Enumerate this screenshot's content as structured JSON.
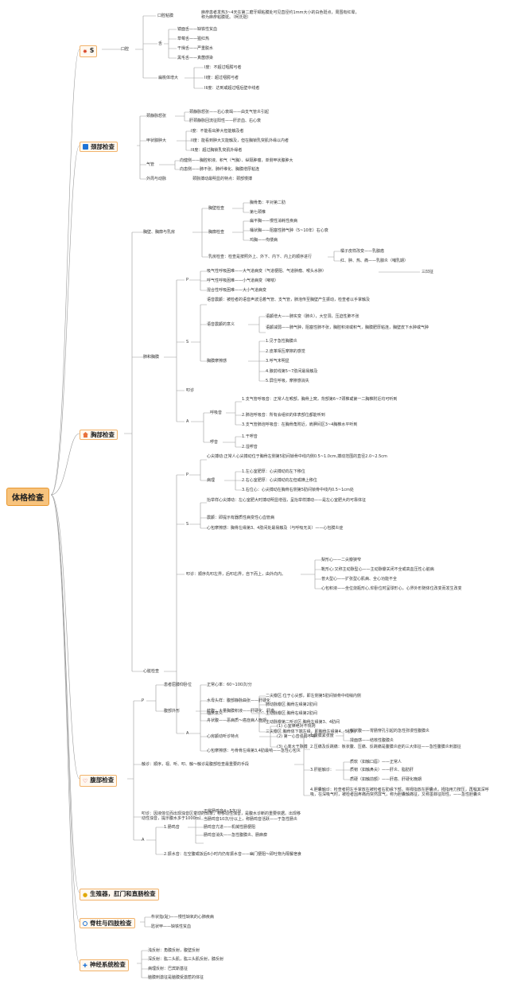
{
  "root": "体格检查",
  "head": {
    "title": "S",
    "mouth": {
      "label": "口腔",
      "mucosa": {
        "label": "口腔粘膜",
        "desc": "麻疹患者发热3~4天在第二磨牙颊粘膜处可见直径约1mm大小的白色斑点，周围有红晕，称为麻疹粘膜斑。（柯氏斑）"
      },
      "tongue": {
        "label": "舌",
        "items": [
          "镜面舌——缺铁性贫血",
          "草莓舌——猩红热",
          "干燥舌——严重脱水",
          "黑毛舌——真菌感染"
        ]
      },
      "tonsil": {
        "label": "扁桃体增大",
        "items": [
          "I度：不超过咽腭弓者",
          "II度：超过咽腭弓者",
          "III度：达到或超过咽后壁中线者"
        ]
      }
    }
  },
  "neck": {
    "title": "颈部检查",
    "vein": {
      "label": "颈静脉怒张",
      "items": [
        "颈静脉怒张——右心衰竭——由支气管炎引起",
        "肝颈静脉回流征阳性——肝淤血、右心衰"
      ]
    },
    "thyroid": {
      "label": "甲状腺肿大",
      "items": [
        "I度：不能看出肿大但能触及者",
        "II度：能看到肿大又能触及，但在胸锁乳突肌外缘以内者",
        "III度：超过胸锁乳突肌外缘者"
      ]
    },
    "trachea": {
      "label": "气管",
      "items": [
        "向健侧——胸腔积液、积气（气胸）、纵隔肿瘤，单侧甲状腺肿大",
        "向患侧——肺不张、肺纤维化、胸膜增厚粘连"
      ]
    },
    "pulse": {
      "label": "外周与动脉",
      "desc": "颈脉搏动最明显的特点：颈部慢搏"
    }
  },
  "chest": {
    "title": "胸部检查",
    "wall": {
      "label": "胸壁、胸廓与乳房",
      "inspect": {
        "label": "胸壁检查",
        "items": [
          "胸骨角：平对第二肋",
          "第七颈椎"
        ]
      },
      "thorax": {
        "label": "胸廓检查",
        "items": [
          "扁平胸——慢性消耗性疾病",
          "桶状胸——阻塞性肺气肿（5~10年）右心衰",
          "鸡胸——佝偻病"
        ]
      },
      "breast": {
        "label": "乳房检查：检查是按照外上、外下、内下、内上的顺序进行",
        "skin": "橘子皮样改变——乳腺癌",
        "inflam": "红、肿、热、痛——乳腺炎（哺乳期）"
      }
    },
    "lung": {
      "label": "肺和胸膜",
      "p": {
        "label": "P",
        "items": [
          "吸气性呼吸困难——大气道病变（气道梗阻、气道肿瘤、喉头水肿）",
          "呼气性呼吸困难——小气道病变（哮喘）",
          "混合性呼吸困难——大小气道病变"
        ],
        "sign": "三凹征"
      },
      "s": {
        "label": "S",
        "fremitus": "语音震颤：被检者的语音声波沿着气管、支气管，肺泡传至胸壁产生振动，检查者以手掌触及",
        "fremitus_sig": {
          "label": "语音震颤的意义",
          "items": [
            "语颤增大——肺实变（肺炎），大空洞，压迫性肺不张",
            "语颤减弱——肺气肿，阻塞性肺不张，胸腔积液或积气，胸膜肥厚粘连，胸壁皮下水肿或气肿"
          ]
        },
        "rub": {
          "label": "胸膜摩擦感",
          "items": [
            "1.见于急性胸膜炎",
            "2.皮革相互摩擦的感觉",
            "3.呼气末明显",
            "4.腋前线第5~7肋间最易触及",
            "5.屏住呼吸，摩擦感消失"
          ]
        }
      },
      "percussion": {
        "label": "叩诊"
      },
      "a": {
        "label": "A",
        "breath": {
          "label": "呼吸音",
          "items": [
            "1.支气管呼吸音：正常人在喉部，胸骨上窝，背部第6~7颈椎或第一二胸椎附近均可听到",
            "2.肺泡呼吸音：所有会组织的体表部位都能听到",
            "3.支气管肺泡呼吸音：在胸骨角附近，肩胛间区3~4胸椎水平听到"
          ]
        },
        "rales": {
          "label": "啰音",
          "items": [
            "1.干啰音",
            "2.湿啰音"
          ]
        }
      }
    },
    "heart": {
      "label": "心脏检查",
      "p": {
        "label": "P",
        "apex": "心尖搏动:正常人心尖搏动位于胸骨左侧第5肋间锁骨中线内侧0.5~1.0cm,搏动范围的直径2.0~2.5cm",
        "path": {
          "label": "病理",
          "items": [
            "1.左心室肥厚：心尖搏动向左下移位",
            "2.右心室肥厚：心尖搏动向左但或横上移位",
            "3.右位心：心尖搏动在胸骨右侧第5肋间锁骨中线内0.5~1cm处"
          ]
        }
      },
      "s": {
        "label": "S",
        "items": [
          "抬举样心尖搏动：左心室肥大时搏动明显增强，呈抬举样搏动——是左心室肥大的可靠体征",
          "震颤：即提示有器质性病变性心血管病",
          "心包摩擦感：胸骨左缘第3、4肋间处最易触及（与呼吸无关）——心包膜炎症"
        ]
      },
      "percussion": {
        "label": "叩诊：顺序先叩左界，后叩右界，自下而上，由外向内。",
        "items": [
          "梨形心——二尖瓣狭窄",
          "靴形心:又称主动脉型心——主动脉瓣关闭不全或高血压性心脏病",
          "普大型心——扩张型心肌病、全心功能不全",
          "心包积液——坐位烧瓶形心,仰卧位时呈球形心，心界外形随体位改变而发生改变"
        ]
      },
      "a": {
        "label": "A",
        "rate": "正常心率：60~100次/分",
        "area": {
          "label": "临床意义",
          "items": [
            "二尖瓣区:位于心尖部，即左侧第5肋间锁骨中线稍内侧",
            "肺动脉瓣区:胸骨左缘第2肋间",
            "主动脉瓣区:胸骨右缘第2肋间",
            "主动脉瓣第二听诊区:胸骨左缘第3、4肋间",
            "三尖瓣区:胸骨体下端左缘，即胸骨左缘第4、5肋间"
          ]
        },
        "af": {
          "label": "心房颤动听诊特点",
          "items": [
            "(1) 心室律绝对不规则",
            "(2) 第一心音强弱不等",
            "(3) 心率大于脉搏"
          ]
        },
        "rub": "心包摩擦感：与骨骨左缘第3,4肋最响——急性心包炎"
      }
    }
  },
  "abdomen": {
    "title": "腹部检查",
    "p": {
      "label": "P",
      "pos": "患者屈膝仰卧位",
      "shape": {
        "label": "腹部外形",
        "items": [
          "水母头样：腹部静脉曲张——肝硬化",
          "蛙腹：大量胸膜积液——肝硬化、肝癌",
          "舟状腹——恶病质～癌症病人晚期"
        ]
      }
    },
    "palp": {
      "label": "触诊：顺序，视、听、叩、触～触诊是腹部检查最重要的手段",
      "tender": {
        "label": "1.腹膜紧张度",
        "items": [
          "板状腹——胃肠穿孔引起的急性弥漫性腹膜炎",
          "揉面感——结核性腹膜炎"
        ]
      },
      "rebound": "2.压痛及反跳痛：板状腹、压痛、反跳痛是腹膜炎症的三大体征——急性腹膜炎刺激征",
      "liver": {
        "label": "3.肝脏触诊：",
        "items": [
          "质软（如触口唇）——正常人",
          "质韧（如触鼻尖）——肝炎、脂肪肝",
          "质硬（如触前额）——肝癌、肝硬化晚期"
        ]
      },
      "gb": "4.胆囊触诊：检查者把左手掌放在被检者右肋缘下部，将拇指放在胆囊点，拇指用力按压，再嘱其深呼吸，在深吸气时，被检者因疼痛而突然屏气，称为胆囊触痛征，又称墨菲征阳性。——急性胆囊炎"
    },
    "perc": "叩诊：因液体位而出现浊音区变动的现象，称移动性浊音，是腹水诊断的重要依据。出现移动性浊音，提示腹水多于1000ml",
    "a": {
      "label": "A",
      "sounds": {
        "label": "1.肠鸣音",
        "items": [
          "正常肠鸣音4~5次/分",
          "当肠鸣音10次/分以上，称肠鸣音活跃——于急性肠炎",
          "肠鸣音亢进——机械性肠梗阻",
          "肠鸣音消失——急性腹膜炎、肠麻痹"
        ]
      },
      "splash": "2.振水音：在空腹或饭后6小时内仍有振水音——幽门梗阻～即吐物为隔餐宿食"
    }
  },
  "genital": {
    "title": "生殖器，肛门和直肠检查"
  },
  "spine": {
    "title": "脊柱与四肢检查",
    "items": [
      "杵状指(趾)——慢性缺氧的心肺疾病",
      "匙状甲——缺铁性贫血"
    ]
  },
  "nerve": {
    "title": "神经系统检查",
    "items": [
      "浅反射：角膜反射，腹壁反射",
      "深反射：肱二头肌，肱三头肌反射，膝反射",
      "病理反射：巴宾斯基征",
      "脑膜刺激征是脑膜受激惹的体征"
    ]
  }
}
